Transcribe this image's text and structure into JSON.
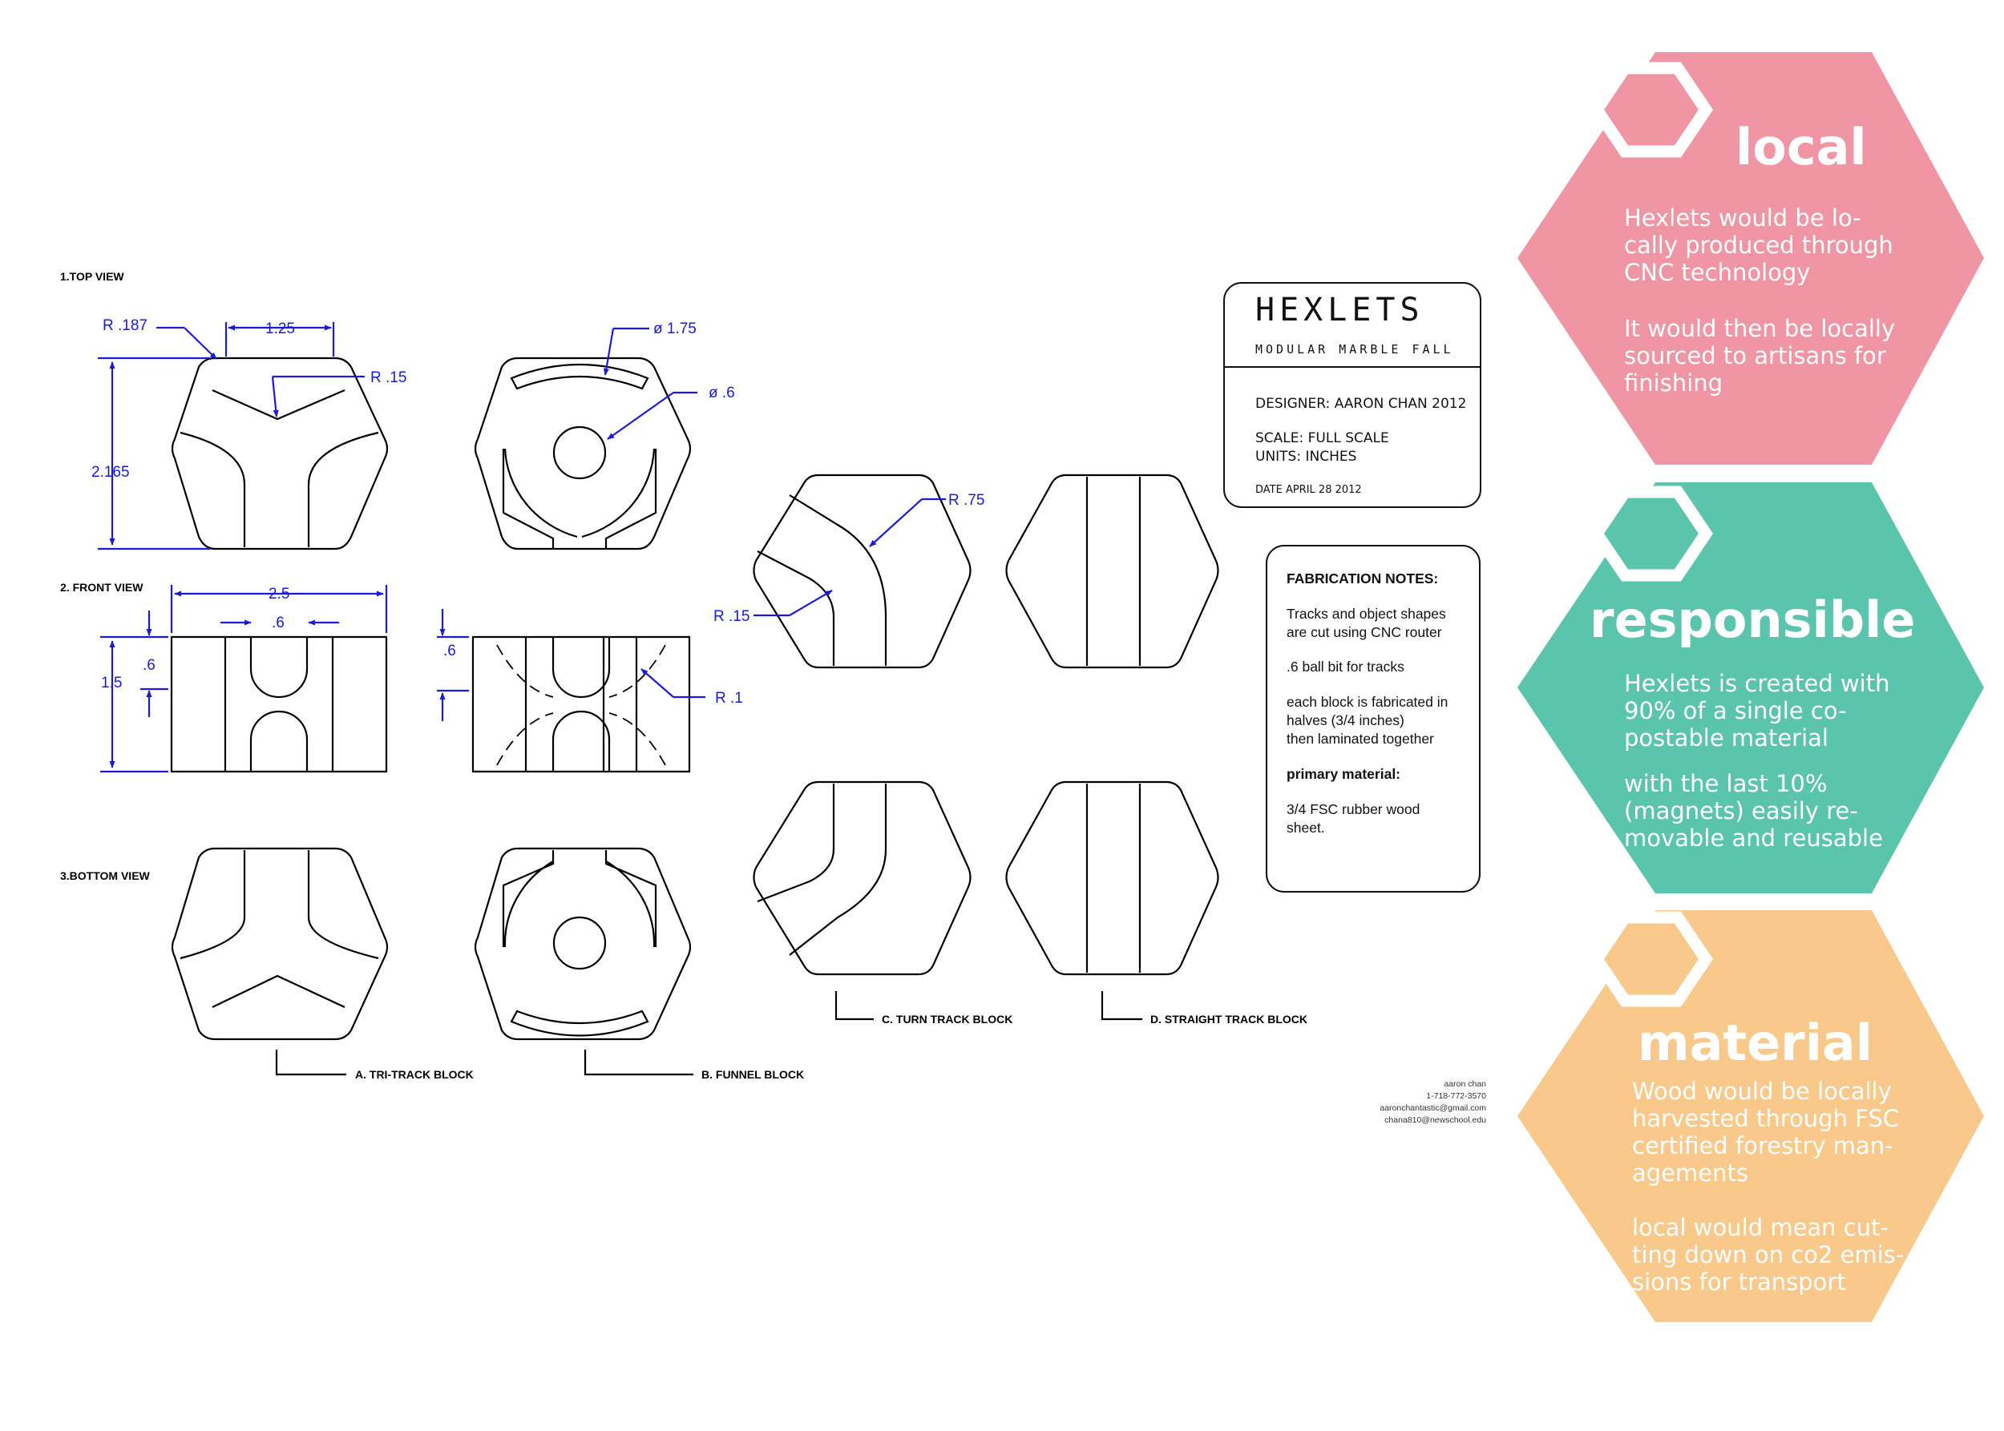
{
  "drawing": {
    "views": {
      "top": "1.TOP VIEW",
      "front": "2. FRONT VIEW",
      "bottom": "3.BOTTOM VIEW"
    },
    "dimensions": {
      "r187": "R .187",
      "w125": "1.25",
      "r15a": "R .15",
      "h2165": "2.165",
      "d175": "ø 1.75",
      "d06": "ø .6",
      "r75": "R .75",
      "r15b": "R .15",
      "w25": "2.5",
      "w06": ".6",
      "h15": "1.5",
      "h06a": ".6",
      "h06b": ".6",
      "r1": "R .1"
    },
    "blocks": {
      "a": "A. TRI-TRACK BLOCK",
      "b": "B. FUNNEL BLOCK",
      "c": "C. TURN TRACK BLOCK",
      "d": "D. STRAIGHT TRACK BLOCK"
    }
  },
  "title_block": {
    "title": "HEXLETS",
    "subtitle": "MODULAR MARBLE FALL",
    "designer": "DESIGNER: AARON CHAN 2012",
    "scale": "SCALE: FULL SCALE",
    "units": "UNITS: INCHES",
    "date": "DATE APRIL 28 2012"
  },
  "fabrication_notes": {
    "heading": "FABRICATION NOTES:",
    "lines": [
      "Tracks and object shapes",
      "are cut using CNC router",
      ".6 ball bit for tracks",
      "each block is fabricated in",
      "halves (3/4 inches)",
      "then laminated together",
      "primary material:",
      "3/4 FSC rubber wood",
      "sheet."
    ]
  },
  "contact": {
    "lines": [
      "aaron chan",
      "1-718-772-3570",
      "aaronchantastic@gmail.com",
      "chana810@newschool.edu"
    ]
  },
  "panels": [
    {
      "heading": "local",
      "color": "#ef95a3",
      "lines": [
        "Hexlets would be lo-",
        "cally produced through",
        "CNC technology",
        "It would then be locally",
        "sourced to artisans for",
        "finishing"
      ]
    },
    {
      "heading": "responsible",
      "color": "#5bc4ad",
      "lines": [
        "Hexlets is created with",
        "90% of a single co-",
        "postable material",
        "with the last 10%",
        "(magnets) easily re-",
        "movable and reusable"
      ]
    },
    {
      "heading": "material",
      "color": "#f8c98a",
      "lines": [
        "Wood would be locally",
        "harvested through FSC",
        "certified forestry man-",
        "agements",
        "local would mean cut-",
        "ting down on co2 emis-",
        "sions for transport"
      ]
    }
  ]
}
